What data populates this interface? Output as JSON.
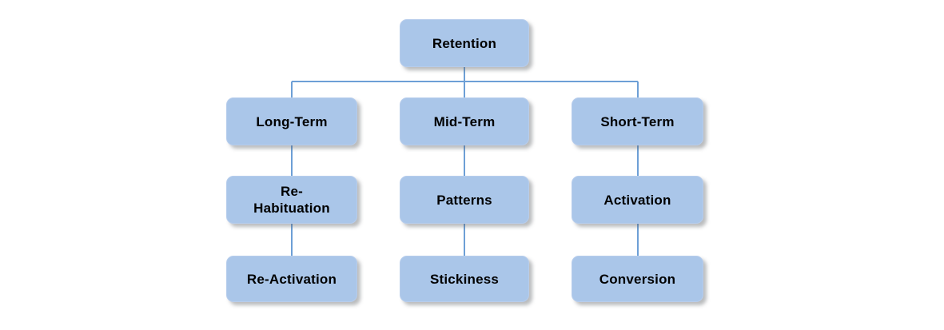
{
  "diagram": {
    "type": "hierarchy-tree",
    "title": "Retention",
    "background_color": "#ffffff",
    "node_fill_color": "#aac6e9",
    "node_border_color": "#b7cdec",
    "node_text_color": "#000000",
    "connector_color": "#6d9fd6",
    "root": {
      "label": "Retention"
    },
    "branches": [
      {
        "name": "long-term",
        "levels": [
          {
            "label": "Long-Term"
          },
          {
            "label": "Re-\nHabituation"
          },
          {
            "label": "Re-Activation"
          }
        ]
      },
      {
        "name": "mid-term",
        "levels": [
          {
            "label": "Mid-Term"
          },
          {
            "label": "Patterns"
          },
          {
            "label": "Stickiness"
          }
        ]
      },
      {
        "name": "short-term",
        "levels": [
          {
            "label": "Short-Term"
          },
          {
            "label": "Activation"
          },
          {
            "label": "Conversion"
          }
        ]
      }
    ]
  }
}
